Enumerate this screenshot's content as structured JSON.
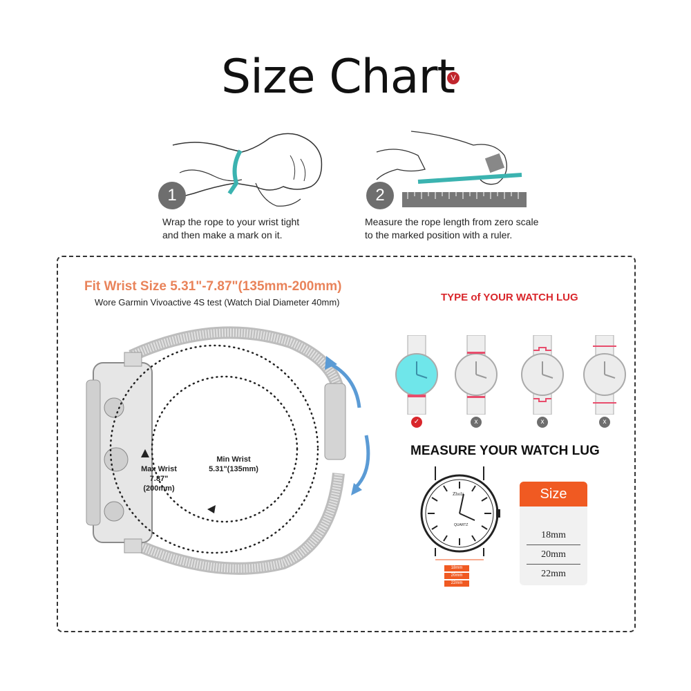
{
  "header": {
    "title": "Size Chart",
    "badge": "V"
  },
  "steps": [
    {
      "number": "1",
      "line1": "Wrap the rope to your wrist tight",
      "line2": "and then make a mark on it."
    },
    {
      "number": "2",
      "line1": "Measure the rope length from zero scale",
      "line2": "to the marked position with a ruler."
    }
  ],
  "fit": {
    "title": "Fit Wrist Size 5.31\"-7.87\"(135mm-200mm)",
    "subtitle": "Wore Garmin Vivoactive 4S test (Watch Dial Diameter 40mm)"
  },
  "wrist": {
    "max_line1": "Max Wrist",
    "max_line2": "7.87\"",
    "max_line3": "(200mm)",
    "min_line1": "Min Wrist",
    "min_line2": "5.31\"(135mm)"
  },
  "lug_types": {
    "title": "TYPE of YOUR WATCH LUG",
    "items": [
      {
        "mark": "✓",
        "ok": true
      },
      {
        "mark": "x",
        "ok": false
      },
      {
        "mark": "x",
        "ok": false
      },
      {
        "mark": "x",
        "ok": false
      }
    ]
  },
  "measure": {
    "title": "MEASURE YOUR WATCH LUG",
    "watch_brand": "Zholz",
    "watch_sub": "QUARTZ"
  },
  "size_table": {
    "header": "Size",
    "rows": [
      "18mm",
      "20mm",
      "22mm"
    ]
  },
  "colors": {
    "accent": "#f05a22",
    "fit_title": "#e9835a",
    "lug_title": "#d9262b",
    "rope": "#3bb3b0",
    "arrow": "#5b9bd5"
  }
}
